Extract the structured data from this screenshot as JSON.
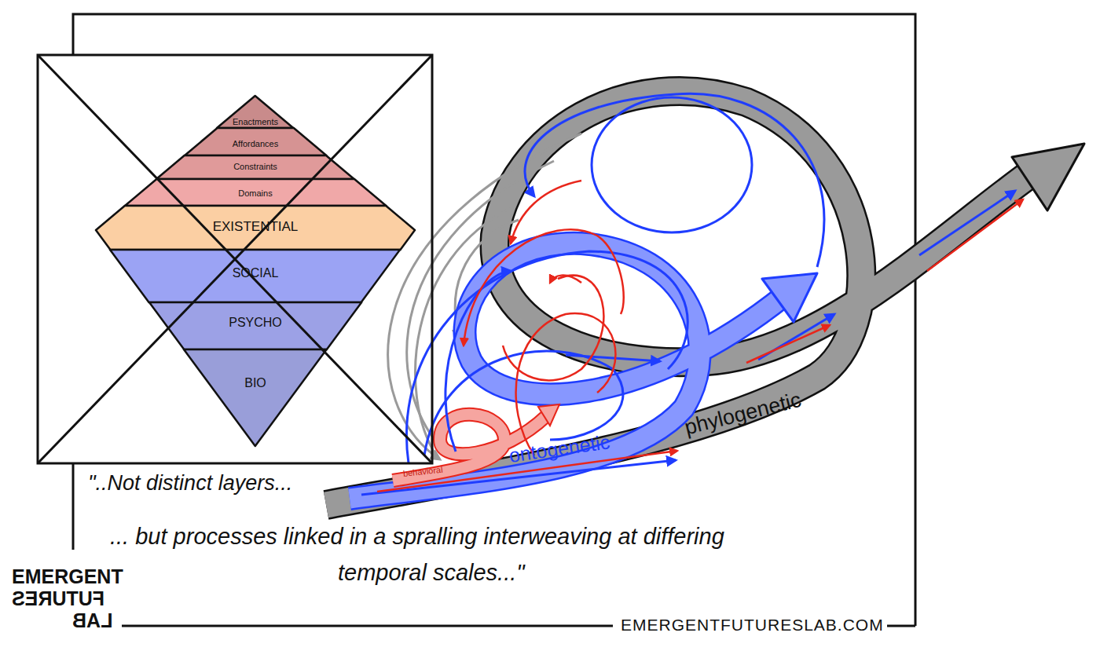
{
  "diagram": {
    "nodes": [
      {
        "text": [
          "Enactments"
        ]
      },
      {
        "text": [
          "Affordances"
        ]
      },
      {
        "text": [
          "Constraints"
        ]
      },
      {
        "text": [
          "Domains"
        ]
      },
      {
        "text": [
          "EXISTENTIAL"
        ]
      },
      {
        "text": [
          "SOCIAL"
        ]
      },
      {
        "text": [
          "PSYCHO"
        ]
      },
      {
        "text": [
          "BIO"
        ]
      }
    ],
    "labels": [
      "behavioral",
      "ontogenetic",
      "phylogenetic",
      "\"..Not distinct layers...",
      "... but processes linked in a spralling interweaving at differing temporal scales...\"",
      "EMERGENT",
      "FUTURES",
      "LAB",
      "EMERGENTFUTURESLAB.COM"
    ]
  }
}
